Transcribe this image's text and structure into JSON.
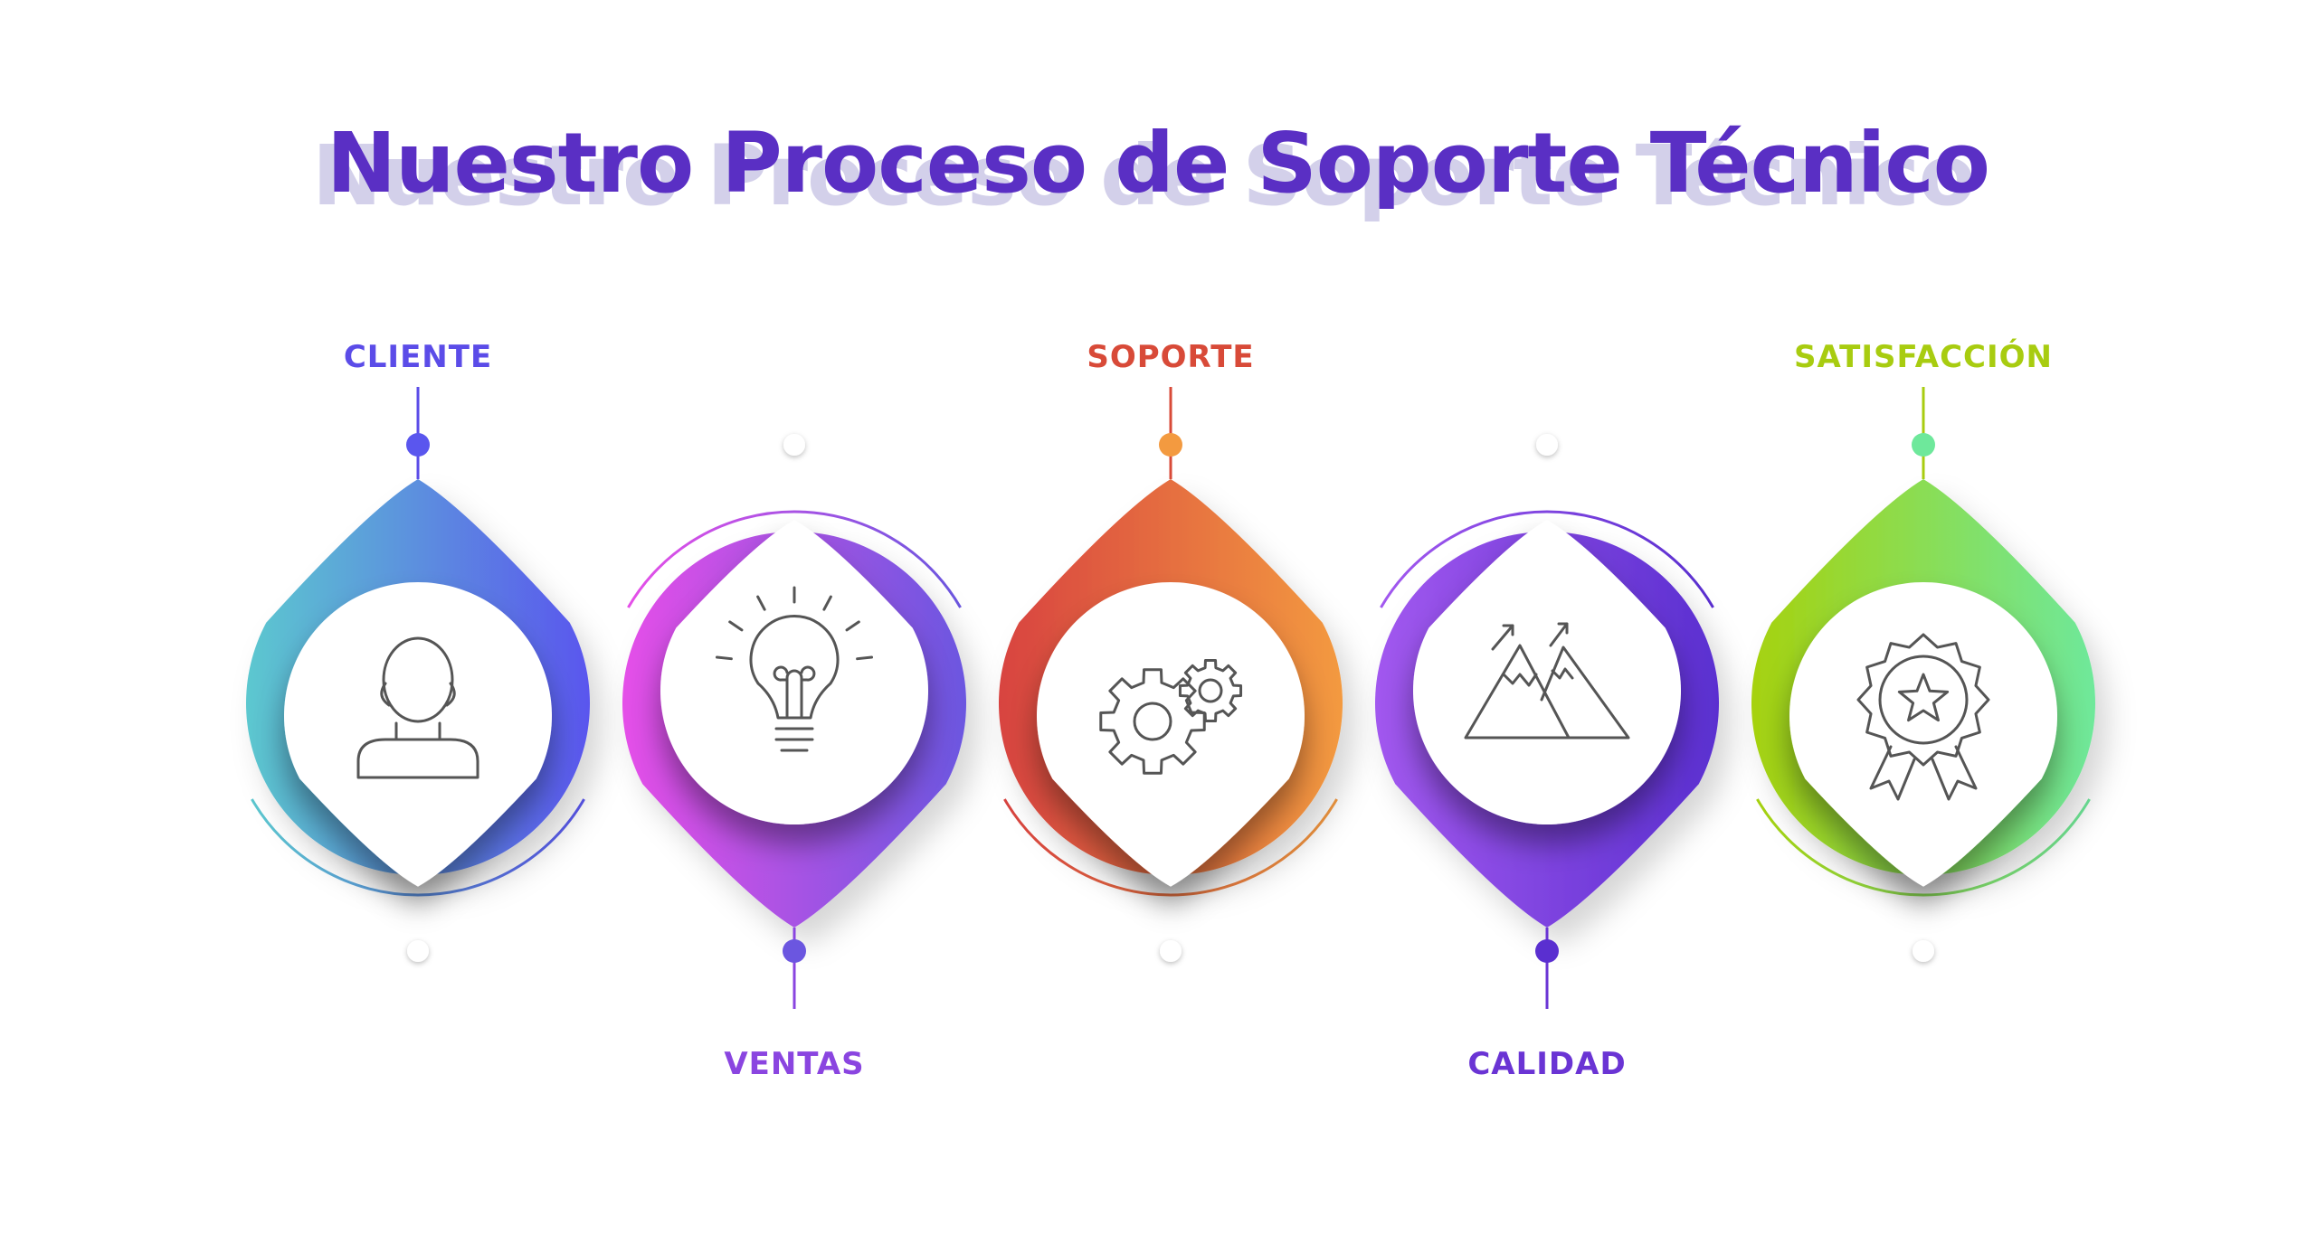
{
  "title": "Nuestro Proceso de Soporte Técnico",
  "steps": [
    {
      "label": "CLIENTE",
      "icon": "person-icon",
      "label_position": "top",
      "label_color": "#5b4ce8",
      "gradient": [
        "#5cc8cf",
        "#5a56ee"
      ]
    },
    {
      "label": "VENTAS",
      "icon": "lightbulb-icon",
      "label_position": "bottom",
      "label_color": "#8a45e0",
      "gradient": [
        "#e54fe8",
        "#6b56e0"
      ]
    },
    {
      "label": "SOPORTE",
      "icon": "gears-icon",
      "label_position": "top",
      "label_color": "#d84a38",
      "gradient": [
        "#d8433f",
        "#f39a40"
      ]
    },
    {
      "label": "CALIDAD",
      "icon": "mountains-icon",
      "label_position": "bottom",
      "label_color": "#6a34d4",
      "gradient": [
        "#a258ef",
        "#5a2fd0"
      ]
    },
    {
      "label": "SATISFACCIÓN",
      "icon": "award-badge-icon",
      "label_position": "top",
      "label_color": "#a8cc10",
      "gradient": [
        "#a6d20e",
        "#6ee89b"
      ]
    }
  ]
}
